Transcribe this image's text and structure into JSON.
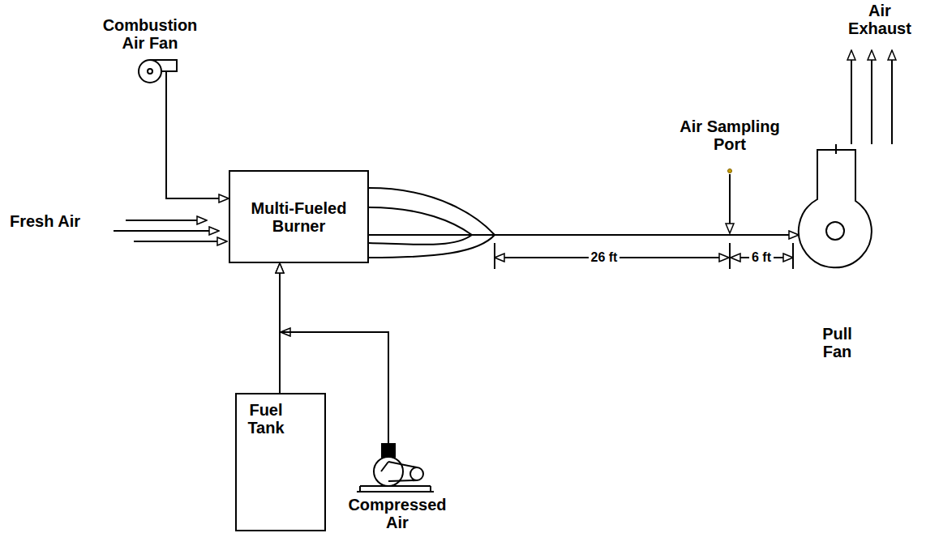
{
  "diagram": {
    "nodes": [
      {
        "text": [
          "Combustion Air Fan"
        ]
      },
      {
        "text": [
          "Multi-Fueled Burner"
        ]
      },
      {
        "text": [
          "Pull Fan"
        ]
      },
      {
        "text": [
          "Fuel Tank"
        ]
      },
      {
        "text": [
          "Compressed Air"
        ]
      }
    ],
    "edges": [
      {
        "from": 0,
        "to": 1,
        "arrow": "to"
      },
      {
        "from": 3,
        "to": 1,
        "arrow": "to"
      },
      {
        "from": 4,
        "to": 1,
        "arrow": "to"
      },
      {
        "from": 1,
        "to": 2,
        "arrow": "to"
      }
    ],
    "labels": [
      "Air Exhaust",
      "Air Sampling Port",
      "Fresh Air",
      "26 ft",
      "6 ft"
    ]
  }
}
